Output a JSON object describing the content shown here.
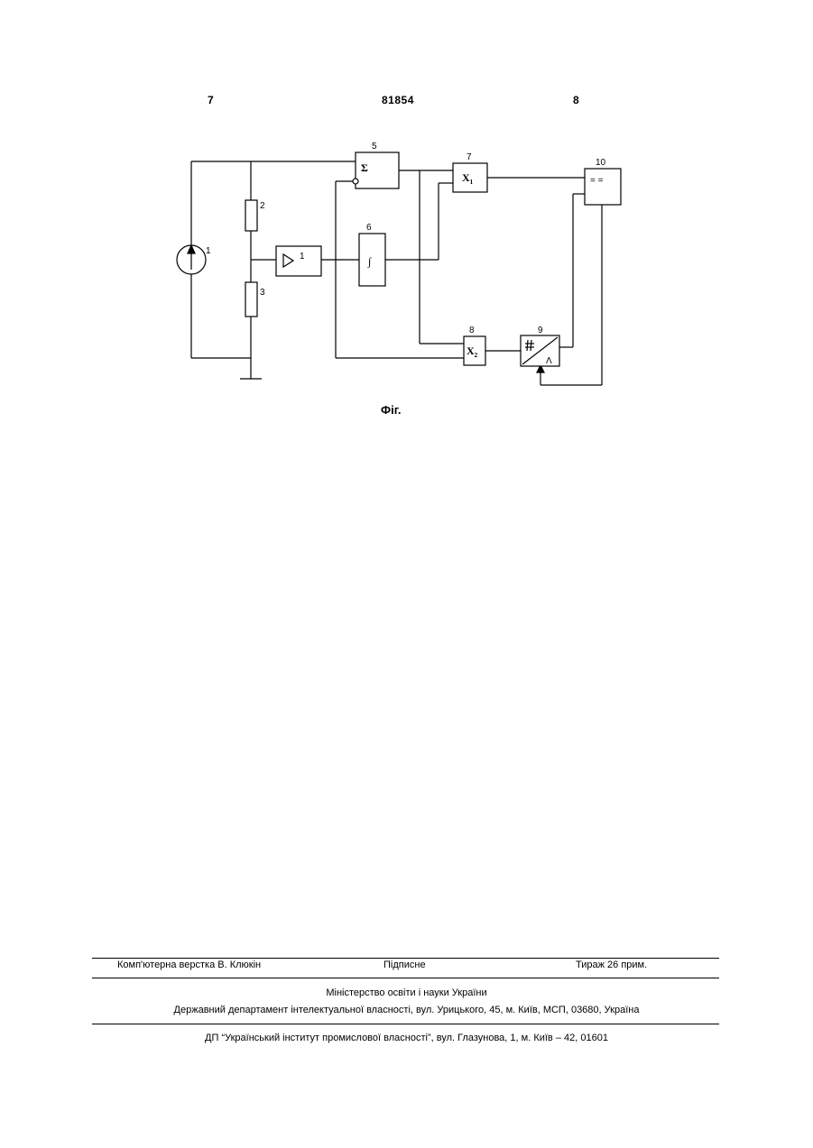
{
  "header": {
    "left_page": "7",
    "patent_number": "81854",
    "right_page": "8"
  },
  "figure": {
    "caption": "Фіг.",
    "labels": {
      "source": "1",
      "resistor_top": "2",
      "resistor_bottom": "3",
      "amplifier": "1",
      "summator": "5",
      "integrator": "6",
      "multiplier_1": "7",
      "multiplier_2": "8",
      "converter": "9",
      "comparator": "10"
    },
    "symbols": {
      "summator": "Σ",
      "integrator": "∫",
      "multiplier": "X",
      "multiplier_1_sub": "1",
      "multiplier_2_sub": "2",
      "comparator": "= ="
    }
  },
  "footer": {
    "compositor": "Комп'ютерна верстка В. Клюкін",
    "signed": "Підписне",
    "print_run": "Тираж 26 прим.",
    "ministry": "Міністерство освіти і науки України",
    "department": "Державний департамент інтелектуальної власності, вул. Урицького, 45, м. Київ, МСП, 03680, Україна",
    "institute": "ДП “Український інститут промислової власності”, вул. Глазунова, 1, м. Київ – 42, 01601"
  }
}
